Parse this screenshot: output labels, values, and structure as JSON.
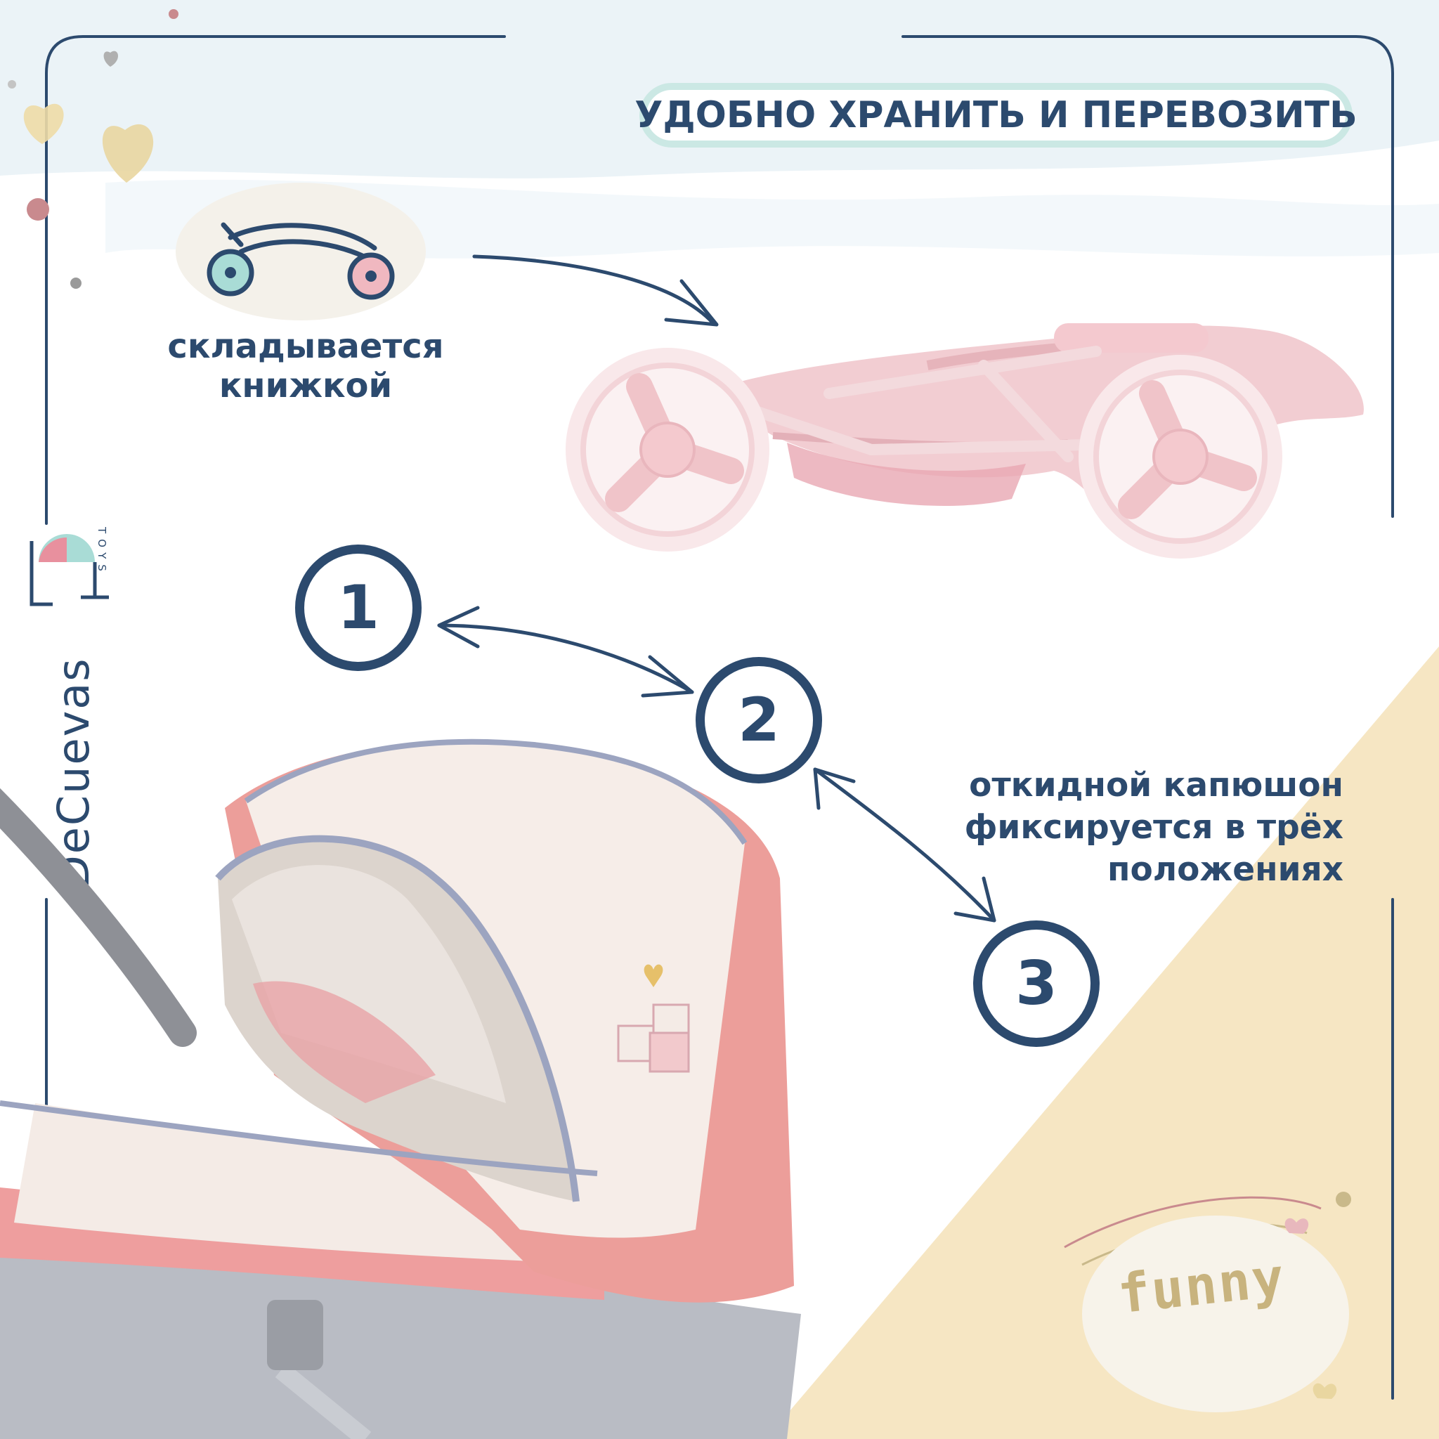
{
  "headline": "УДОБНО ХРАНИТЬ И ПЕРЕВОЗИТЬ",
  "fold_feature": {
    "line1": "складывается",
    "line2": "книжкой",
    "icon": "folded-stroller-icon"
  },
  "hood_feature": {
    "line1": "откидной капюшон",
    "line2": "фиксируется в трёх",
    "line3": "положениях"
  },
  "steps": [
    "1",
    "2",
    "3"
  ],
  "brand": {
    "name": "DeCuevas",
    "sub": "TOYS"
  },
  "badge_text": "funny",
  "colors": {
    "navy": "#2c4a6e",
    "mint": "#cbe8e4",
    "cream": "#f6e6c3",
    "pink": "#f0c4c4",
    "gray": "#b8bcc4"
  }
}
